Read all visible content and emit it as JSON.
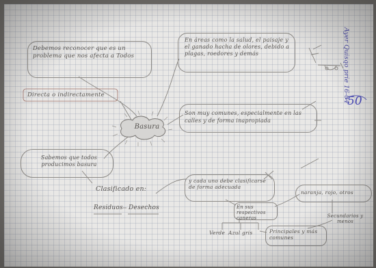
{
  "header_note": "Ayer Quisqo prie 16-04",
  "grade": "50",
  "center": "Basura",
  "notes": {
    "problem": "Debemos reconocer que es un problema que nos afecta a Todos",
    "places": "En áreas como la salud, el paisaje y el ganado hacha de olores, debido a plagas, roedores y demás",
    "direct": "Directa o indirectamente",
    "improper": "Son muy comunes, especialmente en las calles y de forma inapropiada",
    "produce": "Sabemos que todos producimos basura",
    "classified": "Clasificado en:",
    "residuos": "Residuos",
    "desechos": "Desechos",
    "each_one": "y cada uno debe clasificarse de forma adecuada",
    "containers": "En sus respectivos caneras",
    "colors": "naranja, rojo, otros",
    "secondary": "Secundarios y menos",
    "verde": "Verde",
    "azul_gris": "Azul gris",
    "principales": "Principales y más comunes"
  }
}
